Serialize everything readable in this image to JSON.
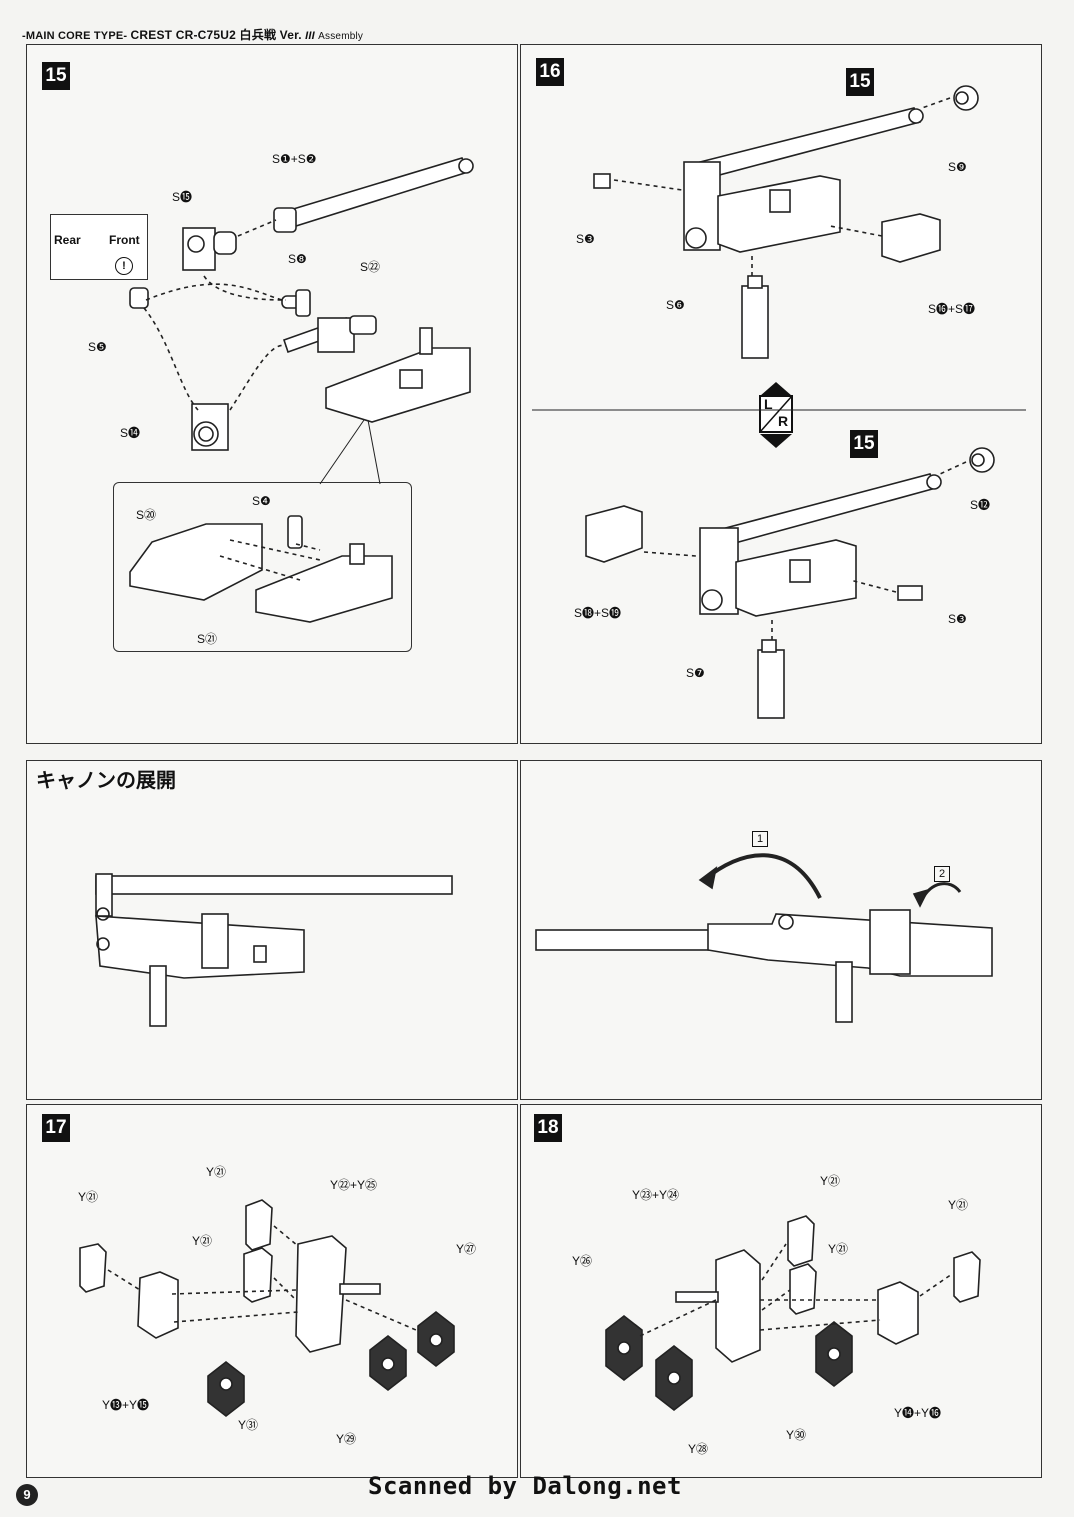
{
  "header": {
    "prefix": "-MAIN CORE TYPE-",
    "model": "CREST CR-C75U2 白兵戦 Ver.",
    "roman": "III",
    "suffix": "Assembly"
  },
  "page_number": "9",
  "credit": "Scanned by Dalong.net",
  "step15": {
    "number": "15",
    "labels": [
      "S❶+S❷",
      "S⓯",
      "S❽",
      "S㉒",
      "S❺",
      "S⓮",
      "S❹",
      "S⑳",
      "S㉑"
    ],
    "note": {
      "rear": "Rear",
      "front": "Front",
      "warn": "!"
    }
  },
  "step16": {
    "number": "16",
    "sub_step": "15",
    "labels_top": [
      "S❾",
      "S❸",
      "S❻",
      "S⓰+S⓱"
    ],
    "lr_badge": {
      "l": "L",
      "r": "R"
    },
    "labels_bottom": [
      "S⓬",
      "S⓲+S⓳",
      "S❸",
      "S❼"
    ]
  },
  "cannon": {
    "title": "キャノンの展開",
    "step1": "1",
    "step2": "2"
  },
  "step17": {
    "number": "17",
    "labels": [
      "Y㉑",
      "Y㉑",
      "Y㉑",
      "Y㉒+Y㉕",
      "Y㉗",
      "Y⓭+Y⓯",
      "Y㉛",
      "Y㉙"
    ]
  },
  "step18": {
    "number": "18",
    "labels": [
      "Y㉓+Y㉔",
      "Y㉑",
      "Y㉑",
      "Y㉑",
      "Y㉖",
      "Y⓮+Y⓰",
      "Y㉘",
      "Y㉚"
    ]
  }
}
